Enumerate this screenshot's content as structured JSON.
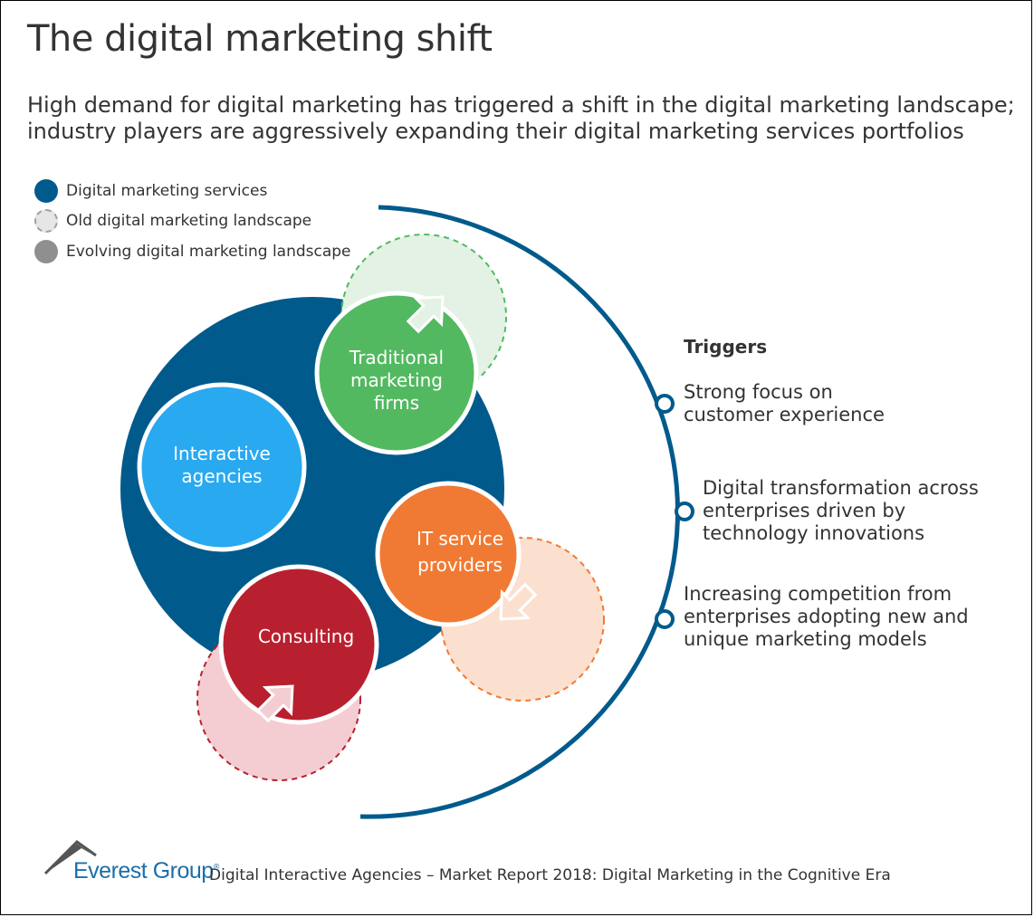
{
  "title": "The digital marketing shift",
  "subtitle": {
    "line1": "High demand for digital marketing has triggered a shift in the digital marketing landscape;",
    "line2": "industry players are aggressively expanding their digital marketing services portfolios"
  },
  "legend": [
    {
      "label": "Digital marketing services",
      "color": "#005a8c"
    },
    {
      "label": "Old digital marketing landscape",
      "color": "#e6e6e6"
    },
    {
      "label": "Evolving digital marketing landscape",
      "color": "#8f8f8f"
    }
  ],
  "circles": {
    "traditional": {
      "label": "Traditional\nmarketing\nfirms",
      "color": "#52b960",
      "old_color": "#e3f2e4"
    },
    "interactive": {
      "label": "Interactive\nagencies",
      "color": "#29a9f0"
    },
    "it": {
      "label": "IT service\nproviders",
      "color": "#f07a33",
      "old_color": "#fbe0d0"
    },
    "consulting": {
      "label": "Consulting",
      "color": "#b9202f",
      "old_color": "#f4cdd2"
    },
    "main_color": "#005a8c"
  },
  "triggers": {
    "heading": "Triggers",
    "items": [
      "Strong focus on\ncustomer experience",
      "Digital transformation across\nenterprises driven by\ntechnology innovations",
      "Increasing competition from\nenterprises adopting new and\nunique marketing models"
    ]
  },
  "footer": {
    "brand": "Everest Group",
    "brand_mark": "®",
    "text": "Digital Interactive Agencies – Market Report 2018: Digital Marketing in the Cognitive Era"
  }
}
